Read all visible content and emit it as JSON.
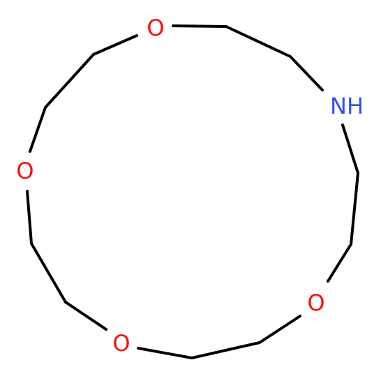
{
  "molecule": {
    "atoms": [
      {
        "id": "o1",
        "label": "O",
        "color": "#ff0d0d"
      },
      {
        "id": "n1",
        "label": "NH",
        "color": "#3050f8"
      },
      {
        "id": "o2",
        "label": "O",
        "color": "#ff0d0d"
      },
      {
        "id": "o3",
        "label": "O",
        "color": "#ff0d0d"
      },
      {
        "id": "o4",
        "label": "O",
        "color": "#ff0d0d"
      }
    ]
  }
}
